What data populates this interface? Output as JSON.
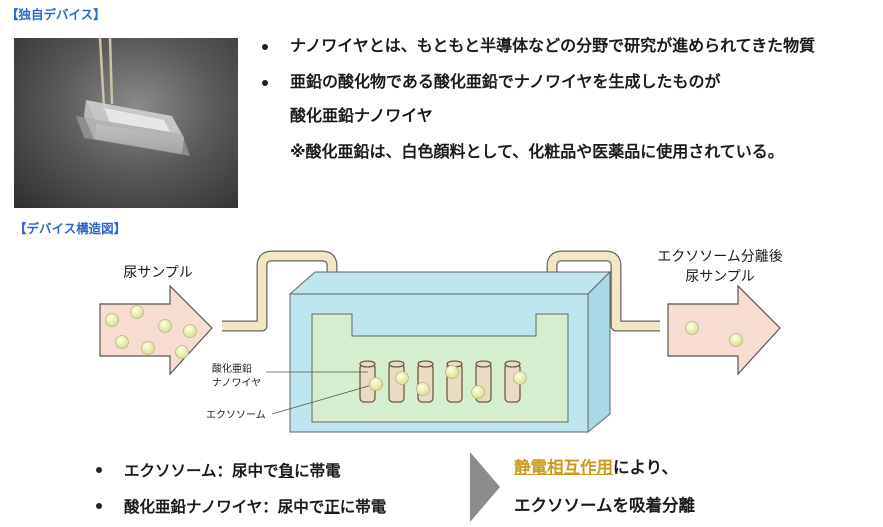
{
  "section_labels": {
    "device": "【独自デバイス】",
    "structure": "【デバイス構造図】"
  },
  "bullets": [
    {
      "text": "ナノワイヤとは、もともと半導体などの分野で研究が進められてきた物質",
      "bullet": true
    },
    {
      "text": "亜鉛の酸化物である酸化亜鉛でナノワイヤを生成したものが",
      "bullet": true
    },
    {
      "text": "酸化亜鉛ナノワイヤ",
      "bullet": false
    },
    {
      "text": "※酸化亜鉛は、白色顔料として、化粧品や医薬品に使用されている。",
      "bullet": false
    }
  ],
  "diagram": {
    "input_label": "尿サンプル",
    "output_label_line1": "エクソソーム分離後",
    "output_label_line2": "尿サンプル",
    "nanowire_label_line1": "酸化亜鉛",
    "nanowire_label_line2": "ナノワイヤ",
    "exosome_label": "エクソソーム",
    "colors": {
      "arrow_fill": "#f7dcd2",
      "chip_outer": "#bfe5ee",
      "chip_inner": "#d6eed0",
      "tube": "#f3e6c4",
      "particle": "#eef0b4",
      "wire": "#eadbc4"
    }
  },
  "bottom": {
    "left_bullets": [
      {
        "prefix": "エクソソーム：尿中で",
        "emph": "負",
        "suffix": "に帯電"
      },
      {
        "prefix": "酸化亜鉛ナノワイヤ：尿中で",
        "emph": "正",
        "suffix": "に帯電"
      }
    ],
    "right_line1_emph": "静電相互作用",
    "right_line1_rest": "により、",
    "right_line2": "エクソソームを吸着分離"
  }
}
